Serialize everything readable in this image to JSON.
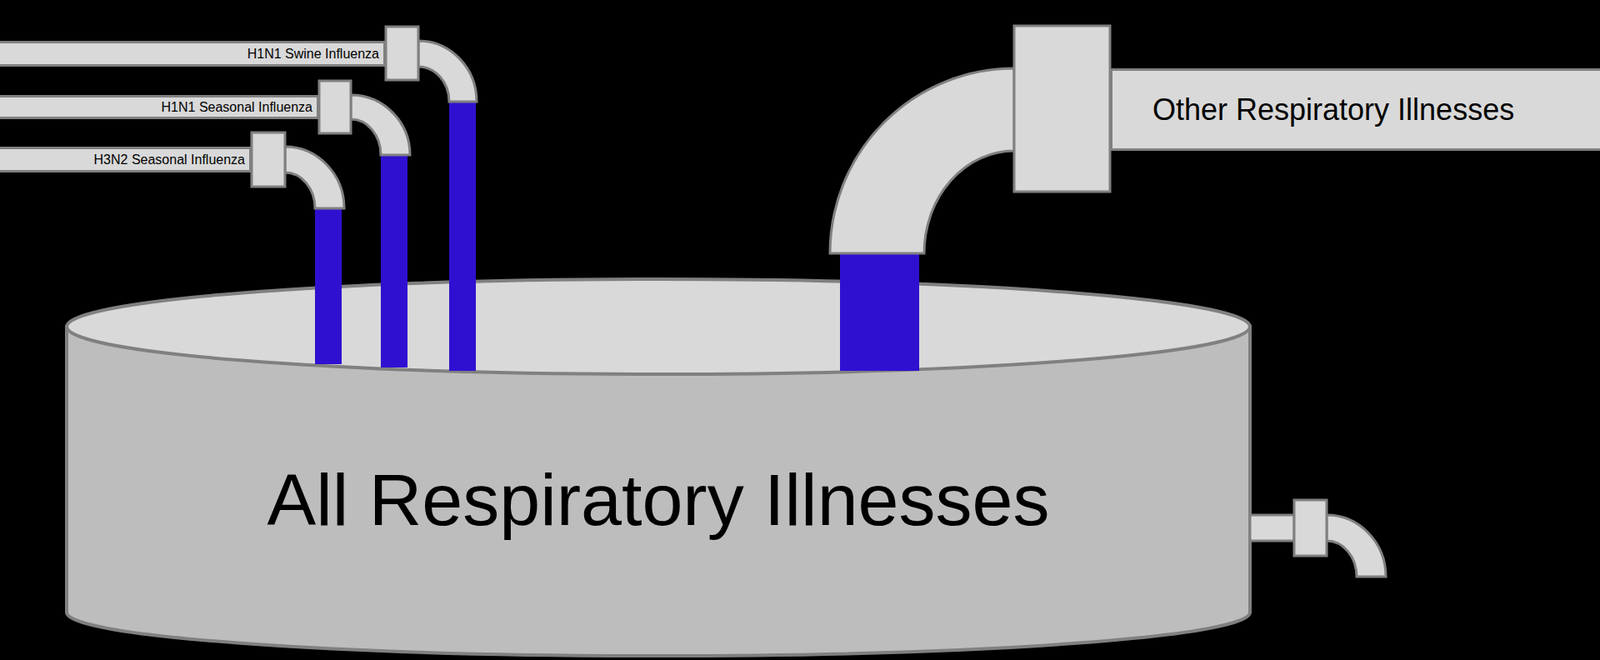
{
  "diagram": {
    "nodes": [
      {
        "text": [
          "H1N1 Swine Influenza"
        ]
      },
      {
        "text": [
          "H1N1 Seasonal Influenza"
        ]
      },
      {
        "text": [
          "H3N2 Seasonal Influenza"
        ]
      },
      {
        "text": [
          "Other Respiratory Illnesses"
        ]
      },
      {
        "text": [
          "All Respiratory Illnesses"
        ]
      }
    ]
  }
}
